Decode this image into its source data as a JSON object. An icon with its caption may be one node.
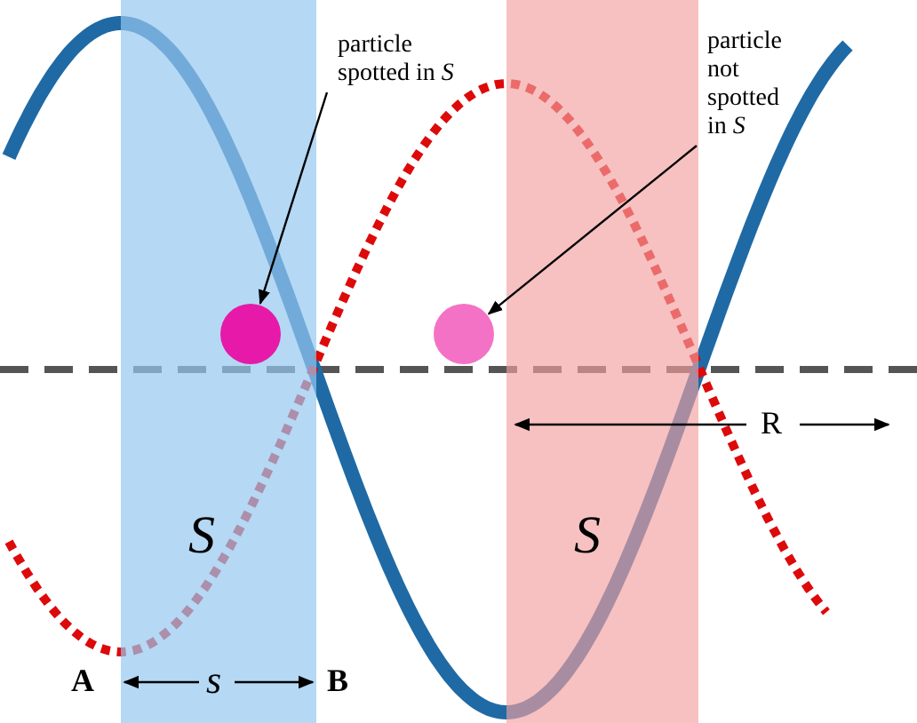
{
  "diagram": {
    "nodes": [
      {
        "text": [
          "particle spotted in *S*"
        ]
      },
      {
        "text": [
          "particle not spotted in *S*"
        ]
      },
      {
        "text": [],
        "shape": "circle",
        "in": 4
      },
      {
        "text": [],
        "shape": "circle"
      },
      {
        "text": [
          "S"
        ],
        "beside": [
          "A",
          "B"
        ]
      },
      {
        "text": [
          "S"
        ]
      }
    ],
    "edges": [
      {
        "from": 0,
        "to": 2,
        "arrow": "to"
      },
      {
        "from": 1,
        "to": 3,
        "arrow": "to"
      }
    ],
    "labels": [
      "R",
      "s"
    ]
  }
}
